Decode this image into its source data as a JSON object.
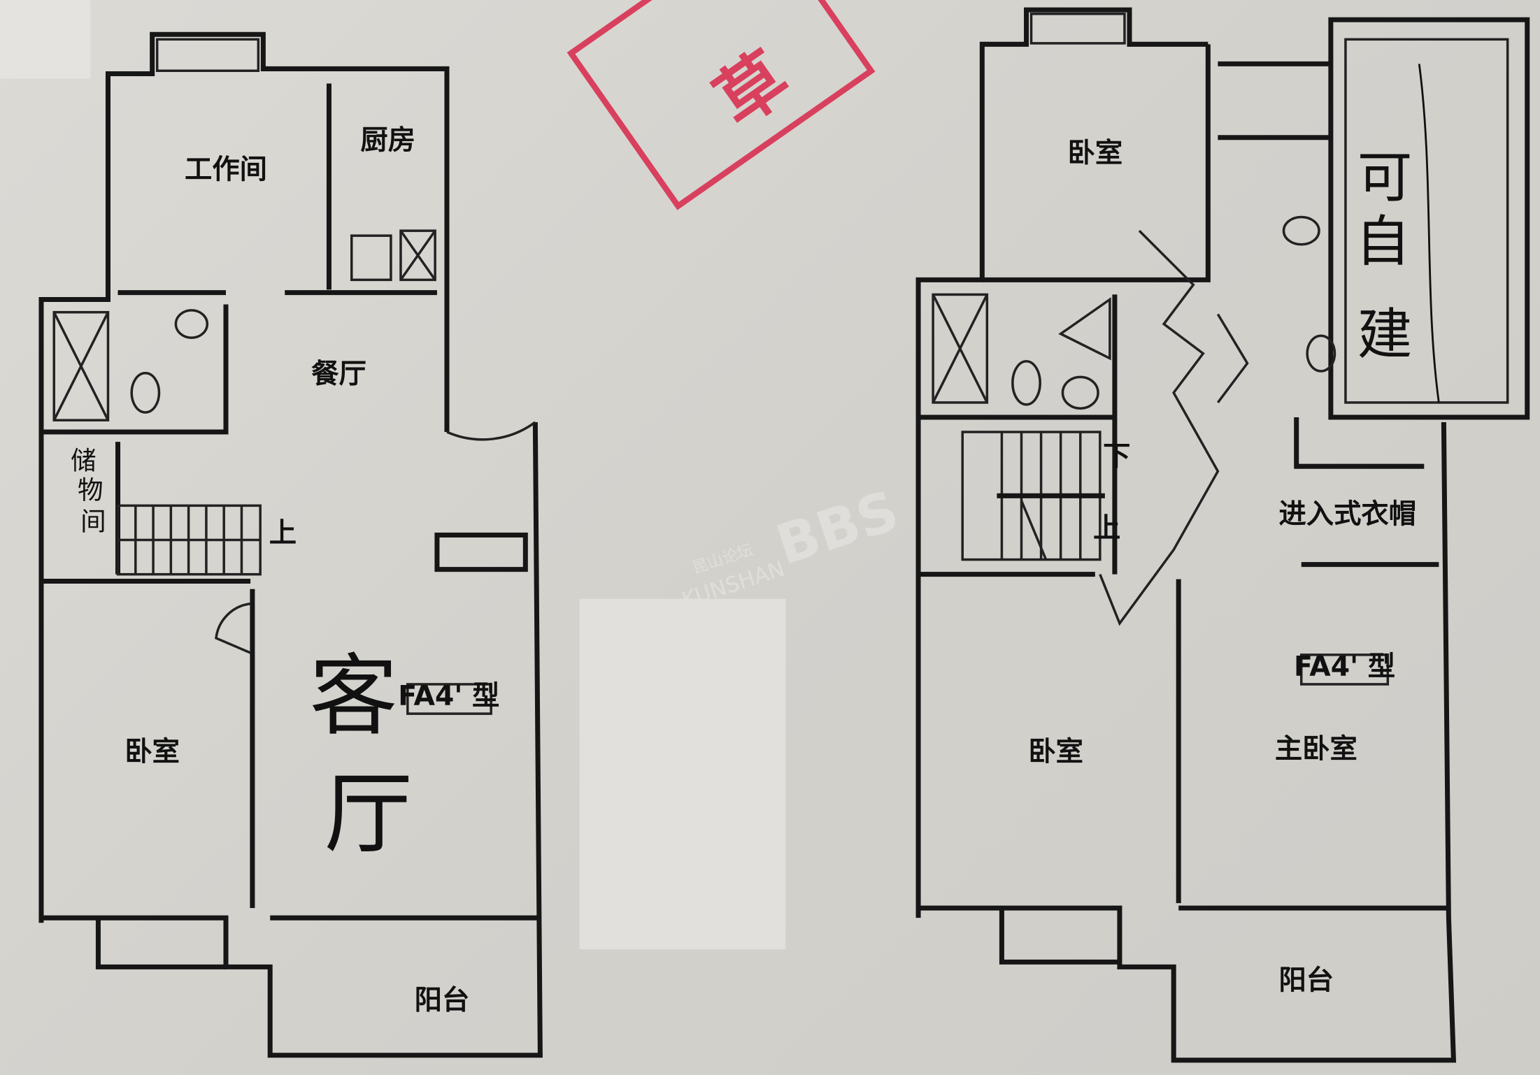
{
  "stamp": {
    "text": "草",
    "color": "#d8405e"
  },
  "watermark": {
    "cn": "昆山论坛",
    "en": "KUNSHAN",
    "brand": "BBS"
  },
  "left_plan": {
    "rooms": {
      "study": "工作间",
      "kitchen": "厨房",
      "dining": "餐厅",
      "storage": [
        "储",
        "物",
        "间"
      ],
      "stair_up": "上",
      "bedroom": "卧室",
      "living": [
        "客",
        "厅"
      ],
      "balcony": "阳台"
    },
    "type_tag": "FA4' 型"
  },
  "right_plan": {
    "rooms": {
      "bedroom_top": "卧室",
      "self_build": [
        "可",
        "自",
        "建"
      ],
      "stair_down": "下",
      "stair_up": "上",
      "walk_in_closet": "进入式衣帽",
      "bedroom": "卧室",
      "master_bedroom": "主卧室",
      "balcony": "阳台"
    },
    "type_tag": "FA4' 型"
  }
}
